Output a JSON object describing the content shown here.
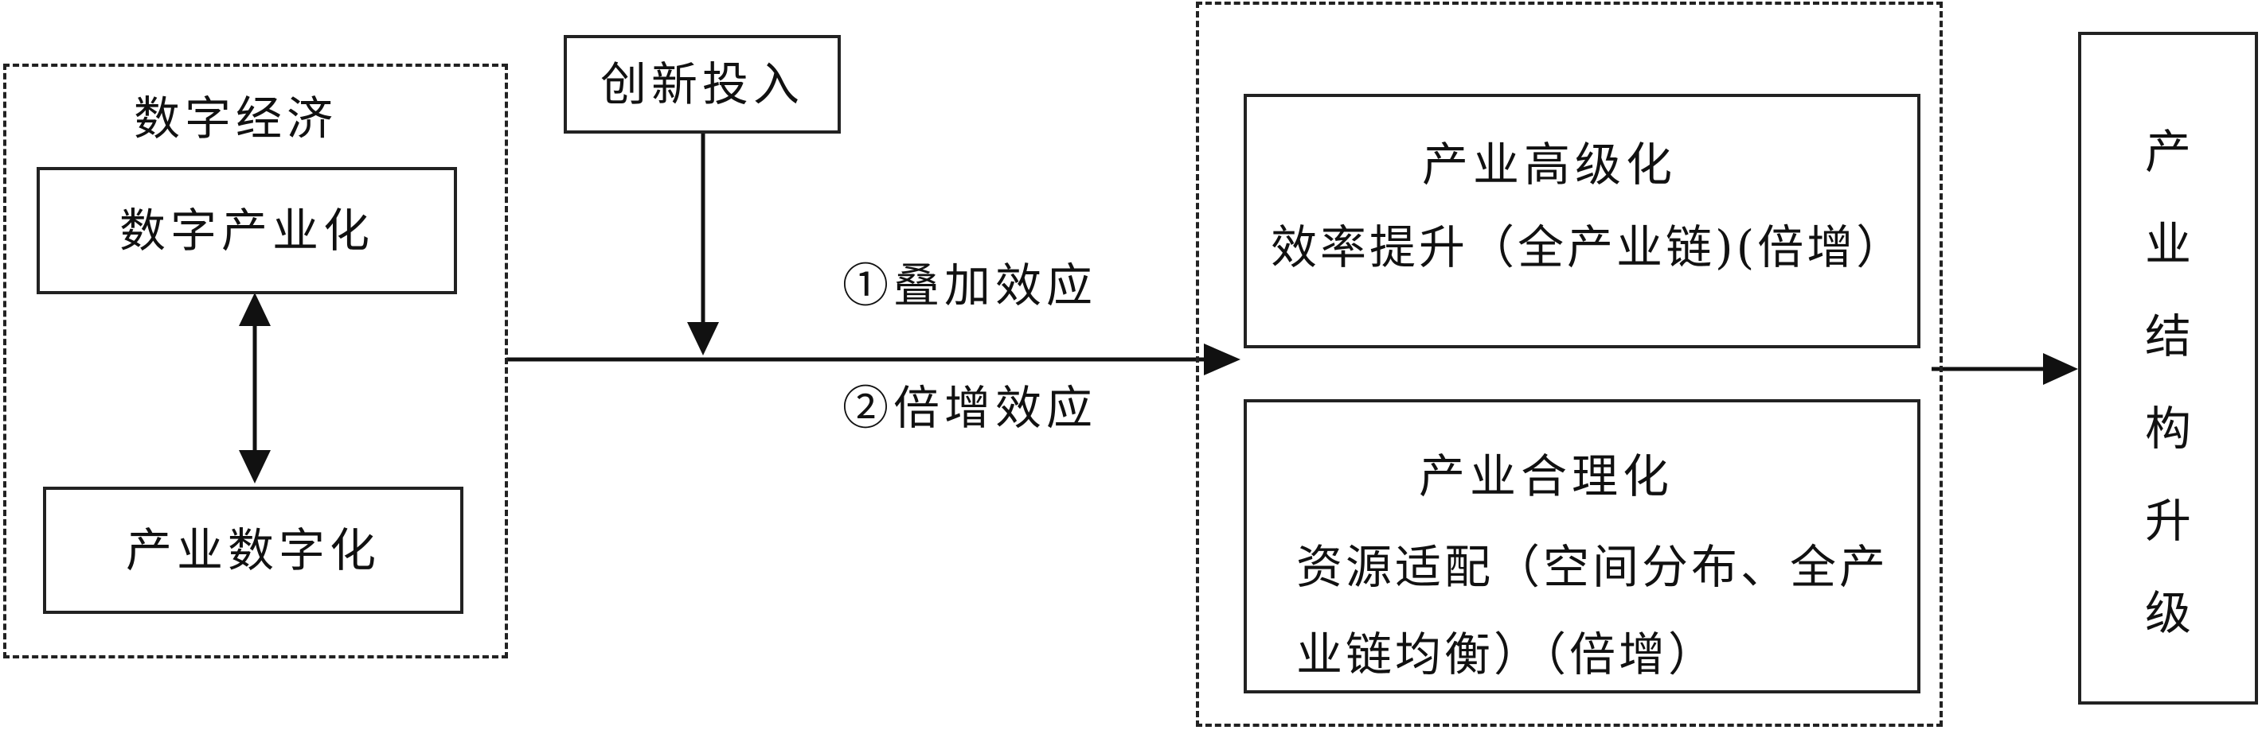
{
  "digital_economy": {
    "title": "数字经济",
    "top_box": "数字产业化",
    "bottom_box": "产业数字化"
  },
  "innovation": "创新投入",
  "effects": {
    "first": "①叠加效应",
    "second": "②倍增效应"
  },
  "upgrade_group": {
    "advanced": {
      "title": "产业高级化",
      "desc": "效率提升（全产业链)(倍增）"
    },
    "rational": {
      "title": "产业合理化",
      "desc_line1": "资源适配（空间分布、全产",
      "desc_line2": "业链均衡）（倍增）"
    }
  },
  "result": {
    "chars": [
      "产",
      "业",
      "结",
      "构",
      "升",
      "级"
    ]
  }
}
